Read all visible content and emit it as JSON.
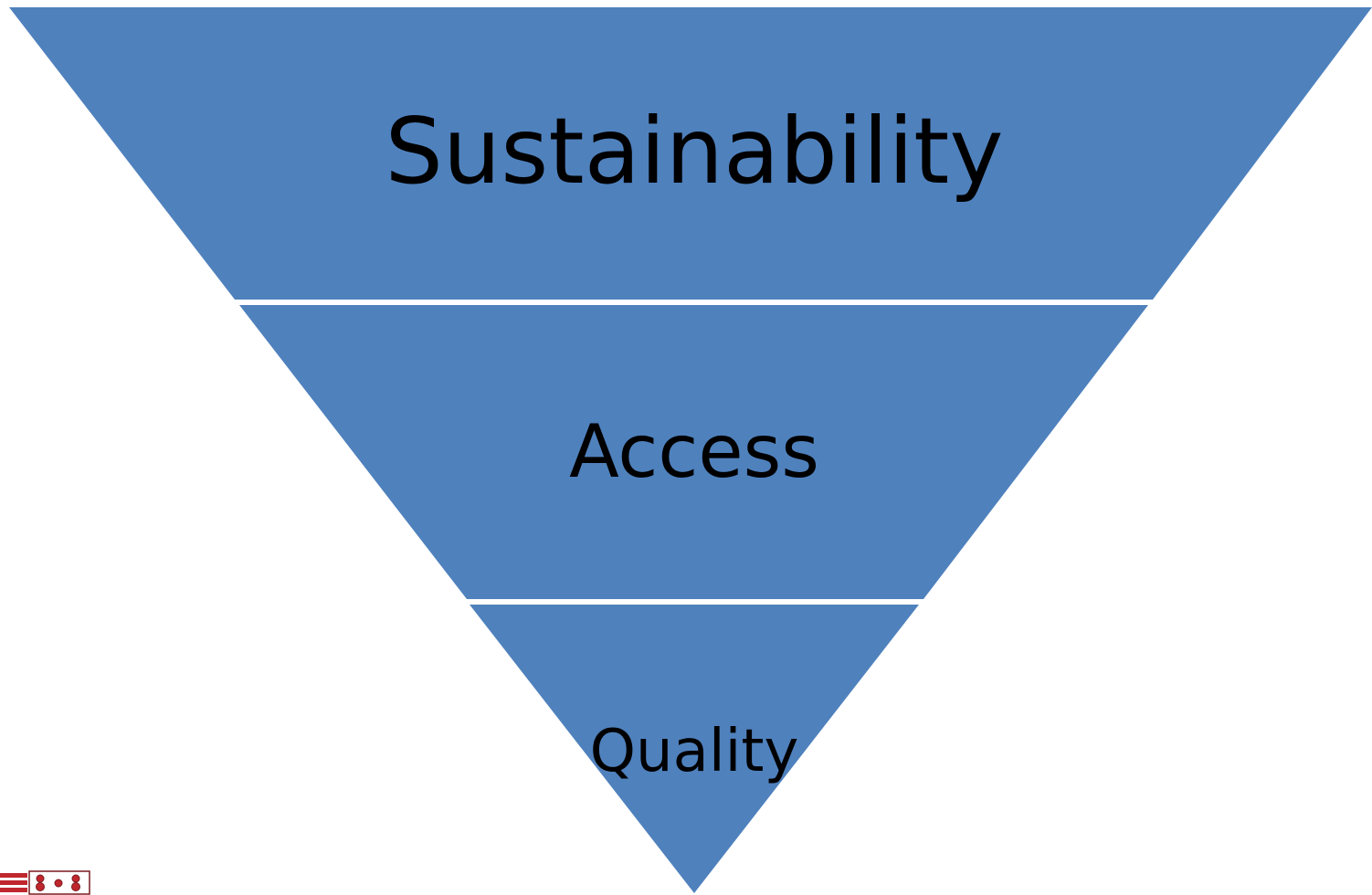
{
  "diagram": {
    "type": "inverted-pyramid",
    "fill_color": "#4f81bd",
    "separator_color": "#ffffff",
    "text_color": "#000000",
    "levels": [
      {
        "label": "Sustainability"
      },
      {
        "label": "Access"
      },
      {
        "label": "Quality"
      }
    ]
  },
  "logo": {
    "icon": "institution-logo-icon",
    "primary_color": "#c0262d"
  }
}
